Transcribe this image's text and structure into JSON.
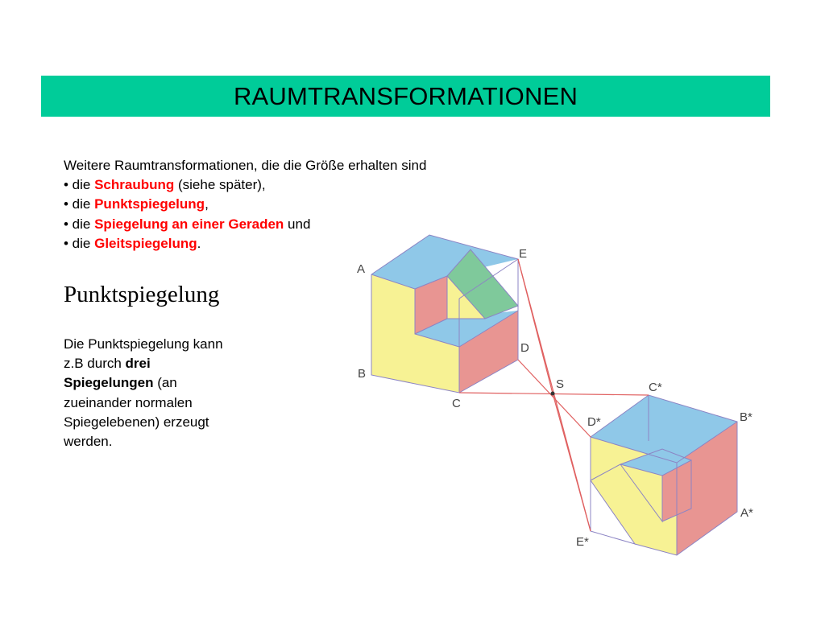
{
  "title": "RAUMTRANSFORMATIONEN",
  "colors": {
    "title_bar": "#00cc99",
    "highlight": "#ff0000",
    "face_blue": "#8fc8e8",
    "face_yellow": "#f7f294",
    "face_red": "#e89592",
    "face_green": "#7fc99b",
    "cube_edge": "#8c84c4",
    "construction_line": "#e06060"
  },
  "intro": {
    "heading": "Weitere Raumtransformationen, die die Größe erhalten sind",
    "items": [
      {
        "prefix": "• die ",
        "term": "Schraubung",
        "suffix": " (siehe später),"
      },
      {
        "prefix": "• die ",
        "term": "Punktspiegelung",
        "suffix": ","
      },
      {
        "prefix": "• die ",
        "term": "Spiegelung an einer Geraden",
        "suffix": " und"
      },
      {
        "prefix": "• die ",
        "term": "Gleitspiegelung",
        "suffix": "."
      }
    ]
  },
  "section": {
    "heading": "Punktspiegelung",
    "line1": "Die Punktspiegelung kann",
    "line2_prefix": "z.B durch ",
    "line2_bold": "drei",
    "line3_bold": "Spiegelungen",
    "line3_suffix": " (an",
    "line4": "zueinander normalen",
    "line5": "Spiegelebenen) erzeugt",
    "line6": "werden."
  },
  "diagram": {
    "labels": {
      "A": "A",
      "B": "B",
      "C": "C",
      "D": "D",
      "E": "E",
      "S": "S",
      "A_star": "A*",
      "B_star": "B*",
      "C_star": "C*",
      "D_star": "D*",
      "E_star": "E*"
    }
  }
}
